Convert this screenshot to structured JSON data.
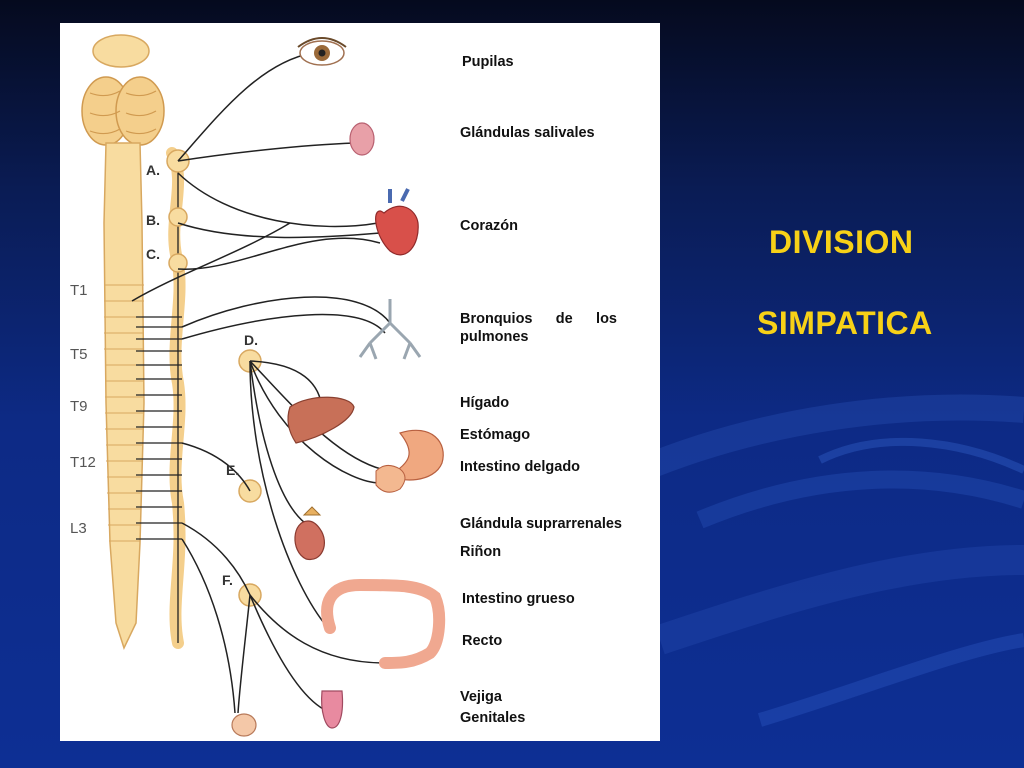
{
  "slide": {
    "title_line1": "DIVISION",
    "title_line2": "SIMPATICA",
    "title_color": "#f7d117",
    "background_color": "#0d2a85"
  },
  "diagram": {
    "ganglion_labels": [
      "A.",
      "B.",
      "C.",
      "D.",
      "E.",
      "F."
    ],
    "vertebra_labels": [
      "T1",
      "T5",
      "T9",
      "T12",
      "L3"
    ],
    "organs": [
      {
        "key": "pupilas",
        "label": "Pupilas",
        "icon": "eye-icon"
      },
      {
        "key": "salivales",
        "label": "Glándulas salivales",
        "icon": "salivary-gland-icon"
      },
      {
        "key": "corazon",
        "label": "Corazón",
        "icon": "heart-icon"
      },
      {
        "key": "bronquios",
        "label": "Bronquios de los pulmones",
        "icon": "bronchi-icon"
      },
      {
        "key": "higado",
        "label": "Hígado",
        "icon": "liver-icon"
      },
      {
        "key": "estomago",
        "label": "Estómago",
        "icon": "stomach-icon"
      },
      {
        "key": "intestino_delgado",
        "label": "Intestino delgado",
        "icon": "small-intestine-icon"
      },
      {
        "key": "suprarrenales",
        "label": "Glándula suprarrenales",
        "icon": "adrenal-gland-icon"
      },
      {
        "key": "rinon",
        "label": "Riñon",
        "icon": "kidney-icon"
      },
      {
        "key": "intestino_grueso",
        "label": "Intestino grueso",
        "icon": "large-intestine-icon"
      },
      {
        "key": "recto",
        "label": "Recto",
        "icon": "rectum-icon"
      },
      {
        "key": "vejiga",
        "label": "Vejiga",
        "icon": "bladder-icon"
      },
      {
        "key": "genitales",
        "label": "Genitales",
        "icon": "genitals-icon"
      }
    ]
  }
}
